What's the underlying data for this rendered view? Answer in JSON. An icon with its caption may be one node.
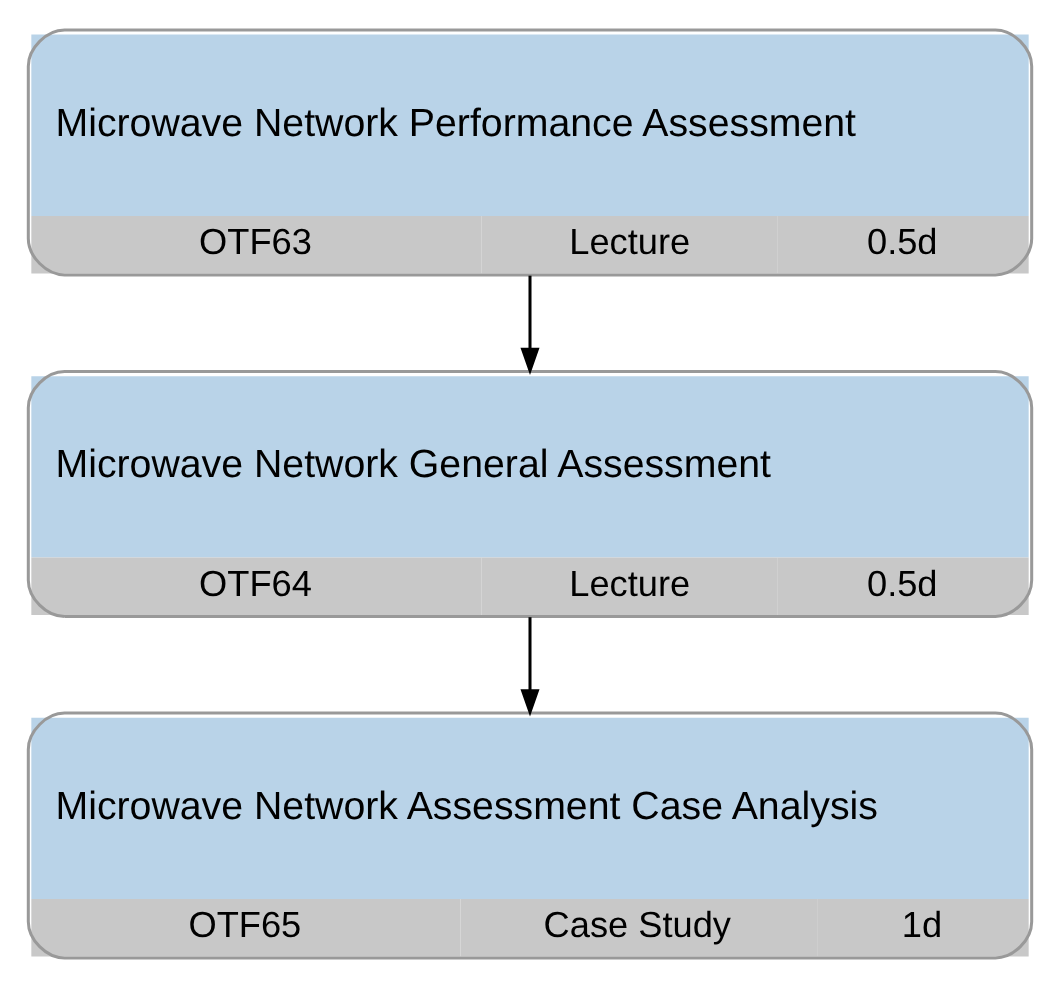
{
  "diagram": {
    "nodes": [
      {
        "text": [
          "Microwave Network Performance Assessment",
          "OTF63",
          "Lecture",
          "0.5d"
        ]
      },
      {
        "text": [
          "Microwave Network General Assessment",
          "OTF64",
          "Lecture",
          "0.5d"
        ]
      },
      {
        "text": [
          "Microwave Network Assessment Case Analysis",
          "OTF65",
          "Case Study",
          "1d"
        ]
      }
    ],
    "edges": [
      {
        "from": 0,
        "to": 1,
        "arrow": "to"
      },
      {
        "from": 1,
        "to": 2,
        "arrow": "to"
      }
    ]
  }
}
